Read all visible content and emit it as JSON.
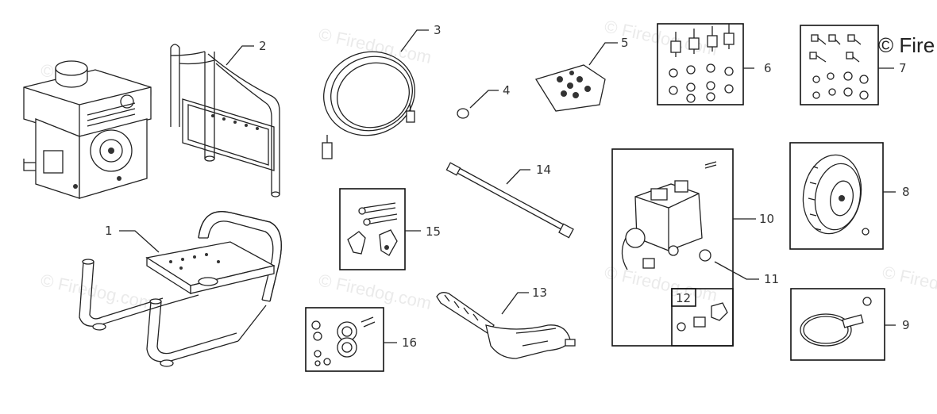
{
  "copyright": "© Fire",
  "watermark": "© Firedog.com",
  "callouts": {
    "engine": "1",
    "handle": "2",
    "hose": "3",
    "o_ring": "4",
    "bag5": "5",
    "kit6": "6",
    "kit7": "7",
    "wheel": "8",
    "belt_kit": "9",
    "pump": "10",
    "fitting": "11",
    "kit12": "12",
    "gun": "13",
    "wand": "14",
    "knobs": "15",
    "bearings": "16"
  }
}
